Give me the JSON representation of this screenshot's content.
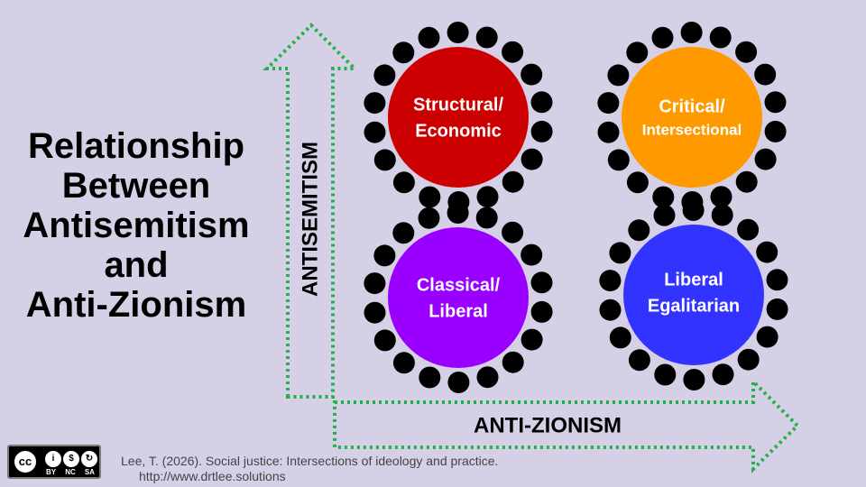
{
  "title": {
    "lines": [
      "Relationship",
      "Between",
      "Antisemitism",
      "and",
      "Anti-Zionism"
    ]
  },
  "axes": {
    "vertical_label": "ANTISEMITISM",
    "horizontal_label": "ANTI-ZIONISM",
    "arrow_color": "#22b14c"
  },
  "quadrants": [
    {
      "id": "structural-economic",
      "lines": [
        "Structural/",
        "Economic"
      ],
      "color": "#cc0000"
    },
    {
      "id": "critical-intersectional",
      "lines": [
        "Critical/",
        "Intersectional"
      ],
      "color": "#ff9900"
    },
    {
      "id": "classical-liberal",
      "lines": [
        "Classical/",
        "Liberal"
      ],
      "color": "#9900ff"
    },
    {
      "id": "liberal-egalitarian",
      "lines": [
        "Liberal",
        "Egalitarian"
      ],
      "color": "#3333ff"
    }
  ],
  "license": {
    "badge_text": "cc",
    "labels": [
      "BY",
      "NC",
      "SA"
    ]
  },
  "citation": {
    "text": "Lee, T. (2026). Social justice: Intersections of ideology and practice.",
    "url": "http://www.drtlee.solutions"
  }
}
